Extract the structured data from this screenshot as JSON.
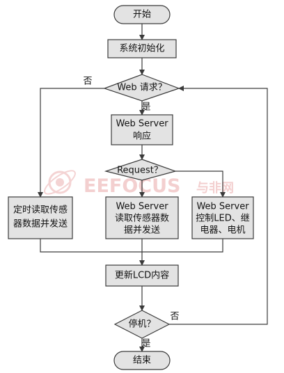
{
  "nodes": {
    "start": {
      "lines": [
        "开始"
      ]
    },
    "init": {
      "lines": [
        "系统初始化"
      ]
    },
    "web_request": {
      "lines": [
        "Web 请求？"
      ]
    },
    "web_server_response": {
      "lines": [
        "Web Server",
        "响应"
      ]
    },
    "request_decision": {
      "lines": [
        "Request？"
      ]
    },
    "timed_read": {
      "lines": [
        "定时读取传感",
        "器数据并发送"
      ]
    },
    "read_send": {
      "lines": [
        "Web Server",
        "读取传感器数",
        "据并发送"
      ]
    },
    "control": {
      "lines": [
        "Web Server",
        "控制LED、继",
        "电器、电机"
      ]
    },
    "update_lcd": {
      "lines": [
        "更新LCD内容"
      ]
    },
    "stop_decision": {
      "lines": [
        "停机？"
      ]
    },
    "end": {
      "lines": [
        "结束"
      ]
    }
  },
  "edge_labels": {
    "web_no": "否",
    "web_yes": "是",
    "stop_no": "否",
    "stop_yes": "是"
  },
  "watermark": {
    "logo_text": "EEFOCUS",
    "logo_cn": "与非网"
  }
}
